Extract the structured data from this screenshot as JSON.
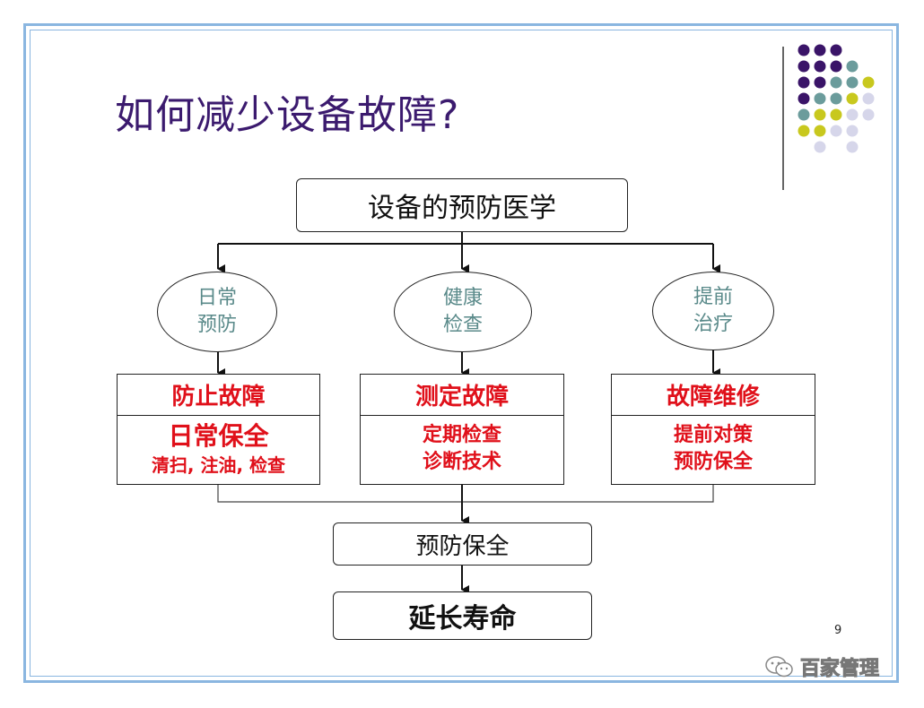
{
  "slide": {
    "title": "如何减少设备故障?",
    "page_number": "9"
  },
  "diagram": {
    "root": "设备的预防医学",
    "branches": [
      {
        "ellipse": [
          "日常",
          "预防"
        ],
        "head": "防止故障",
        "body_big": "日常保全",
        "body_small": "清扫, 注油, 检查"
      },
      {
        "ellipse": [
          "健康",
          "检查"
        ],
        "head": "测定故障",
        "body_lines": [
          "定期检查",
          "诊断技术"
        ]
      },
      {
        "ellipse": [
          "提前",
          "治疗"
        ],
        "head": "故障维修",
        "body_lines": [
          "提前对策",
          "预防保全"
        ]
      }
    ],
    "merge": "预防保全",
    "result": "延长寿命"
  },
  "watermark": {
    "icon": "wechat-icon",
    "text": "百家管理"
  },
  "colors": {
    "title": "#3b1a6e",
    "accent_red": "#e0101a",
    "ellipse_text": "#5a8a8a",
    "frame": "#8ab6e0",
    "dot_purple": "#3a1468",
    "dot_teal": "#6b9c9c",
    "dot_yellow": "#c8c81e",
    "dot_lavender": "#d6d6ea"
  }
}
